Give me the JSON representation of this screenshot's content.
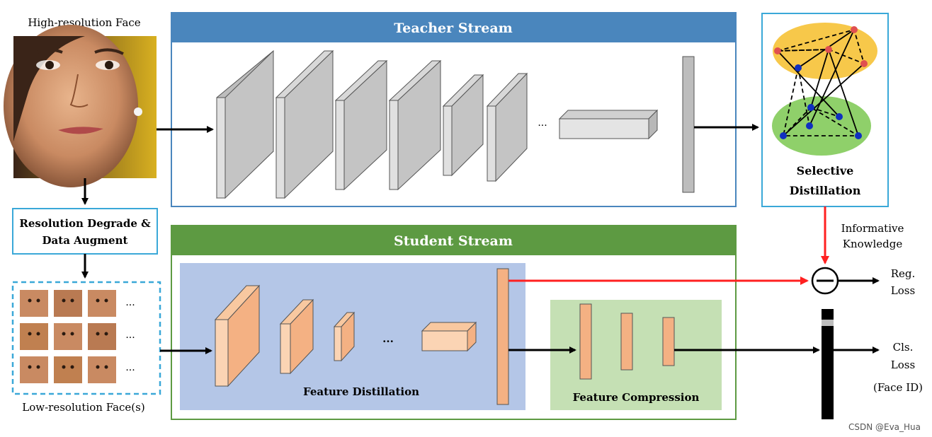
{
  "labels": {
    "hr_face": "High-resolution Face",
    "lr_faces": "Low-resolution Face(s)",
    "degrade_line1": "Resolution Degrade &",
    "degrade_line2": "Data Augment",
    "ellipsis": "...",
    "ellipsis_small": "···",
    "teacher_stream": "Teacher Stream",
    "student_stream": "Student Stream",
    "selective_line1": "Selective",
    "selective_line2": "Distillation",
    "informative_line1": "Informative",
    "informative_line2": "Knowledge",
    "reg_line1": "Reg.",
    "reg_line2": "Loss",
    "cls_line1": "Cls.",
    "cls_line2": "Loss",
    "face_id": "(Face ID)",
    "feature_distillation": "Feature Distillation",
    "feature_compression": "Feature Compression",
    "watermark": "CSDN @Eva_Hua"
  },
  "colors": {
    "teacher_header": "#4a86bd",
    "student_header": "#5d9a42",
    "teacher_border": "#4a86bd",
    "student_border": "#5d9a42",
    "distill_bg": "#b4c6e7",
    "compress_bg": "#c5e0b4",
    "teacher_layer": "#c4c4c4",
    "student_layer": "#f4b183",
    "cyan_border": "#3aa8d8",
    "red_arrow": "#ff2020",
    "graph_top": "#f7c84a",
    "graph_bottom": "#8fd06a"
  }
}
